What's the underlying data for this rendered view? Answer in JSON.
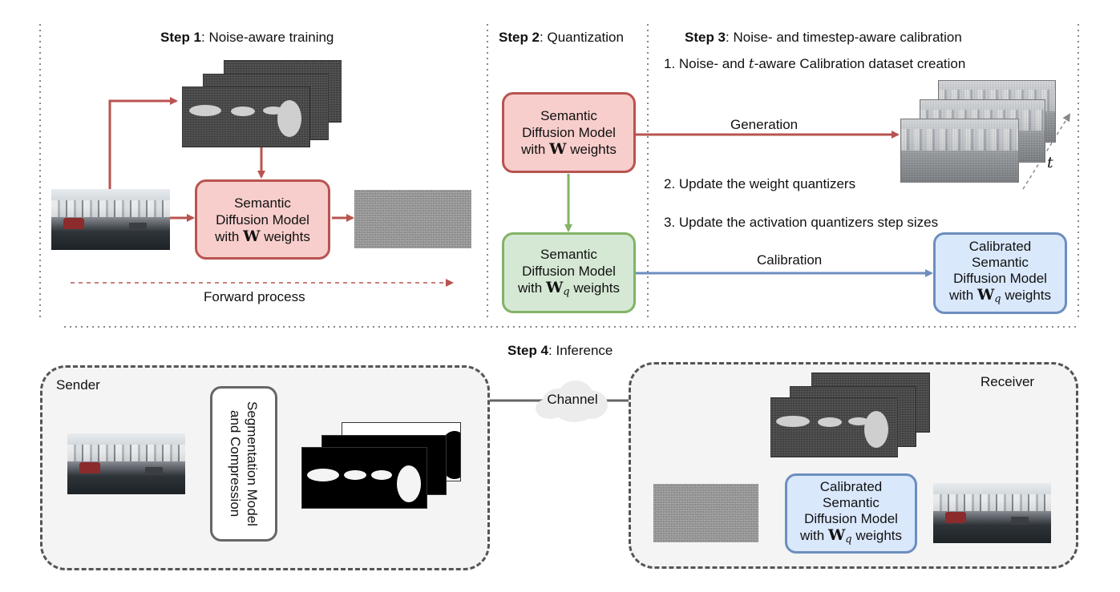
{
  "step1": {
    "bold": "Step 1",
    "rest": ": Noise-aware training",
    "forward": "Forward process",
    "model": {
      "line1": "Semantic",
      "line2": "Diffusion Model",
      "with": "with",
      "w": "W",
      "weights": "weights"
    }
  },
  "step2": {
    "bold": "Step 2",
    "rest": ": Quantization",
    "model_fp": {
      "line1": "Semantic",
      "line2": "Diffusion Model",
      "with": "with",
      "w": "W",
      "weights": "weights"
    },
    "model_q": {
      "line1": "Semantic",
      "line2": "Diffusion Model",
      "with": "with",
      "w": "W",
      "q": "q",
      "weights": "weights"
    }
  },
  "step3": {
    "bold": "Step 3",
    "rest": ": Noise- and timestep-aware calibration",
    "item1_a": "1. Noise- and ",
    "item1_t": "t",
    "item1_b": "-aware Calibration dataset creation",
    "item2": "2. Update the weight quantizers",
    "item3": "3. Update the activation quantizers step sizes",
    "generation": "Generation",
    "calibration": "Calibration",
    "t_axis": "t",
    "calibrated": {
      "line1": "Calibrated",
      "line2": "Semantic",
      "line3": "Diffusion Model",
      "with": "with",
      "w": "W",
      "q": "q",
      "weights": "weights"
    }
  },
  "step4": {
    "bold": "Step 4",
    "rest": ": Inference",
    "sender": "Sender",
    "receiver": "Receiver",
    "channel": "Channel",
    "seg_model": {
      "line1": "Segmentation Model",
      "line2": "and Compression"
    },
    "calibrated": {
      "line1": "Calibrated",
      "line2": "Semantic",
      "line3": "Diffusion Model",
      "with": "with",
      "w": "W",
      "q": "q",
      "weights": "weights"
    }
  },
  "colors": {
    "red": "#b85450",
    "green": "#82b366",
    "blue": "#6c8ebf",
    "gray": "#666666"
  }
}
